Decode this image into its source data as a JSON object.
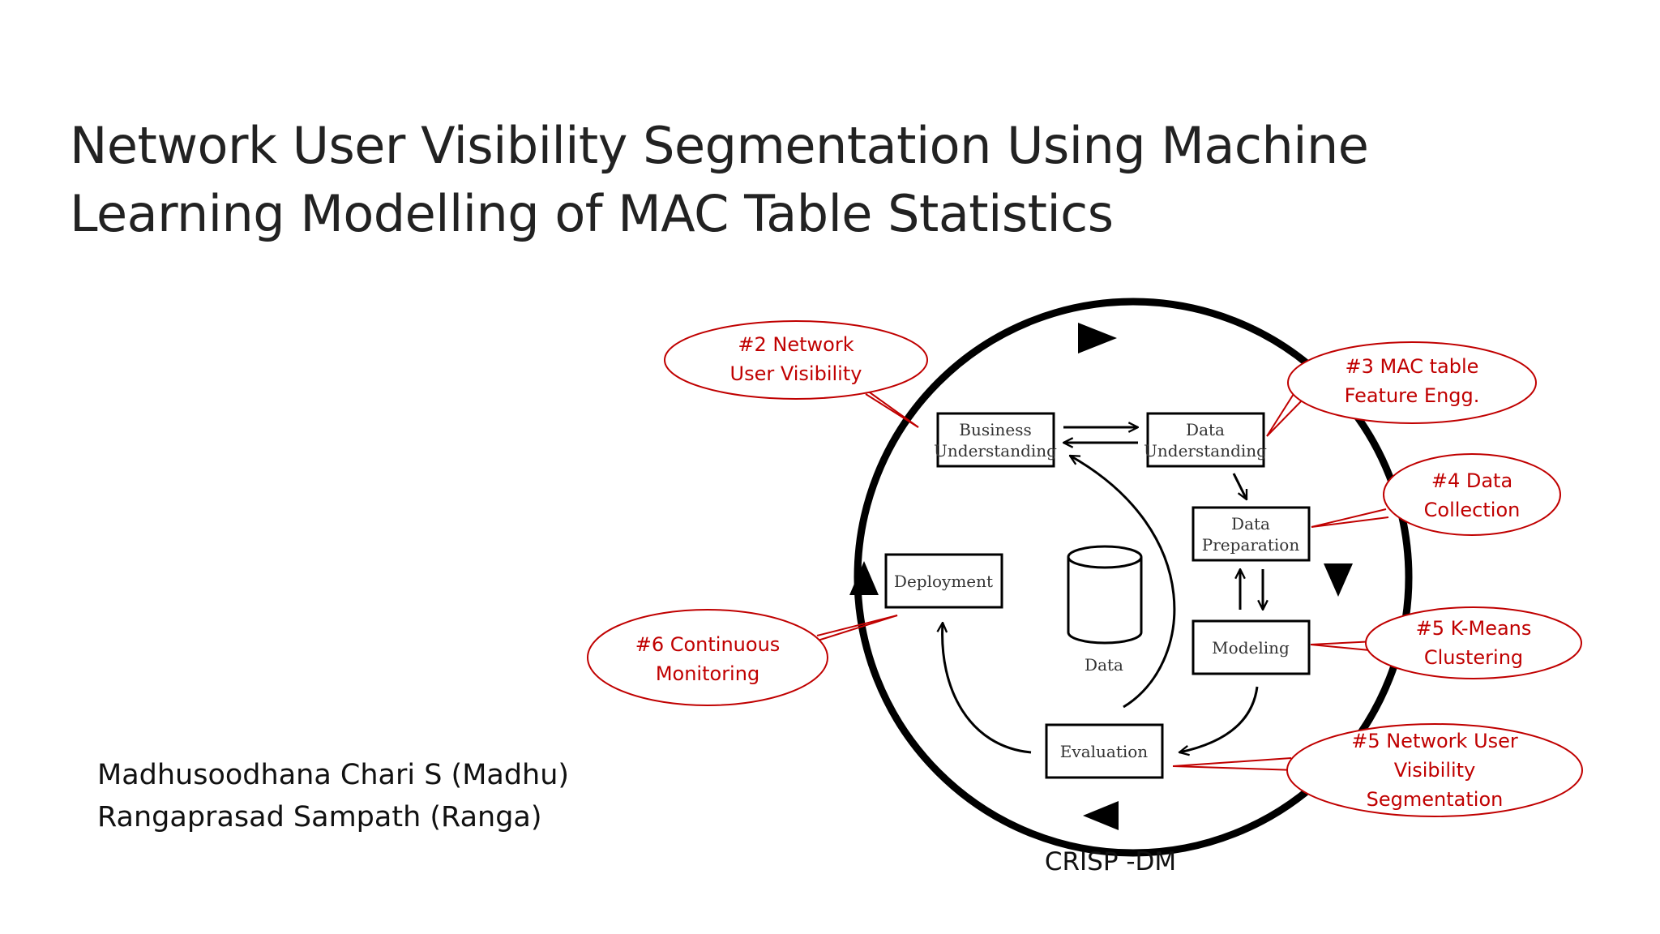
{
  "slide": {
    "title_lines": [
      "Network User Visibility Segmentation Using Machine",
      "Learning Modelling of MAC Table Statistics"
    ],
    "authors": [
      "Madhusoodhana Chari S (Madhu)",
      "Rangaprasad Sampath (Ranga)"
    ],
    "diagram_caption": "CRISP -DM"
  },
  "diagram": {
    "phases": {
      "business_understanding": [
        "Business",
        "Understanding"
      ],
      "data_understanding": [
        "Data",
        "Understanding"
      ],
      "data_preparation": [
        "Data",
        "Preparation"
      ],
      "modeling": [
        "Modeling"
      ],
      "evaluation": [
        "Evaluation"
      ],
      "deployment": [
        "Deployment"
      ]
    },
    "data_store_label": "Data",
    "callouts": {
      "network_user_visibility": [
        "#2 Network",
        "User Visibility"
      ],
      "mac_table": [
        "#3 MAC table",
        "Feature Engg."
      ],
      "data_collection": [
        "#4 Data",
        "Collection"
      ],
      "kmeans": [
        "#5 K-Means",
        "Clustering"
      ],
      "segmentation": [
        "#5 Network User",
        "Visibility",
        "Segmentation"
      ],
      "monitoring": [
        "#6 Continuous",
        "Monitoring"
      ]
    },
    "colors": {
      "callout_red": "#c00000",
      "diagram_black": "#000000",
      "title_text": "#222222"
    }
  }
}
